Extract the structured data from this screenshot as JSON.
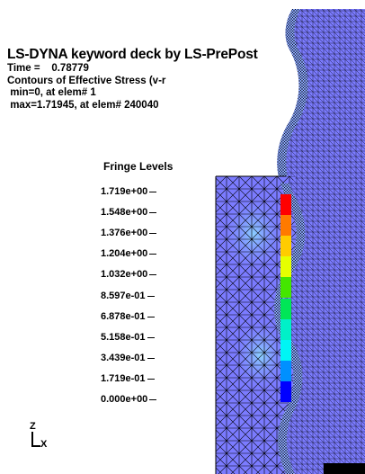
{
  "header": {
    "title": "LS-DYNA keyword deck by LS-PrePost",
    "time_label": "Time =",
    "time_value": "0.78779",
    "contour_label": "Contours of Effective Stress (v-r",
    "min_line": " min=0, at elem# 1",
    "max_line": " max=1.71945, at elem# 240040"
  },
  "legend": {
    "title": "Fringe Levels",
    "levels": [
      {
        "label": "1.719e+00",
        "color": "#ff0000"
      },
      {
        "label": "1.548e+00",
        "color": "#ff0000"
      },
      {
        "label": "1.376e+00",
        "color": "#ff7a00"
      },
      {
        "label": "1.204e+00",
        "color": "#ffcc00"
      },
      {
        "label": "1.032e+00",
        "color": "#e6ff00"
      },
      {
        "label": "8.597e-01",
        "color": "#44e600"
      },
      {
        "label": "6.878e-01",
        "color": "#00e657"
      },
      {
        "label": "5.158e-01",
        "color": "#00f0c8"
      },
      {
        "label": "3.439e-01",
        "color": "#00f5f5"
      },
      {
        "label": "1.719e-01",
        "color": "#0090ff"
      },
      {
        "label": "0.000e+00",
        "color": "#0000ff"
      }
    ]
  },
  "triad": {
    "z_label": "Z",
    "x_label": "X"
  },
  "colors": {
    "mesh_fill": "#7b7bff",
    "mesh_light": "#86c6ff",
    "mesh_line": "#000000"
  }
}
